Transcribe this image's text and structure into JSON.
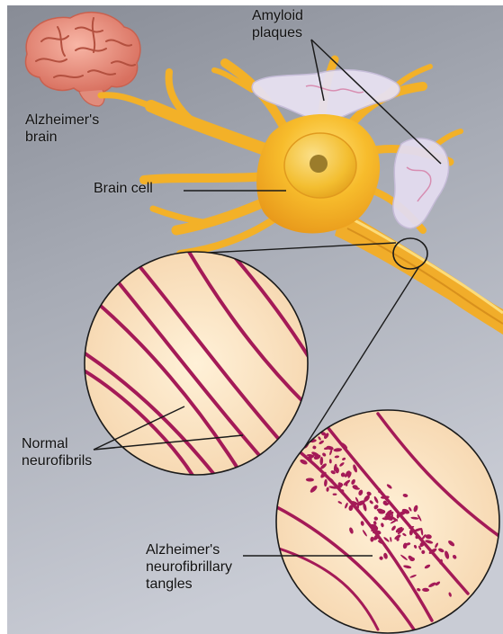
{
  "labels": {
    "alzheimers_brain": [
      "Alzheimer's",
      "brain"
    ],
    "amyloid_plaques": [
      "Amyloid",
      "plaques"
    ],
    "brain_cell": "Brain cell",
    "normal_neurofibrils": [
      "Normal",
      "neurofibrils"
    ],
    "tangles": [
      "Alzheimer's",
      "neurofibrillary",
      "tangles"
    ]
  },
  "colors": {
    "background_top": "#8f939d",
    "background_bottom": "#c5c9d2",
    "cell_body": "#f6b726",
    "nucleus": "#f1be2e",
    "nucleolus": "#9a7b2a",
    "plaque": "#e5e0f0",
    "inset_fill": "#fbe7c5",
    "fiber": "#a41a57",
    "brain": "#f19a8a"
  }
}
